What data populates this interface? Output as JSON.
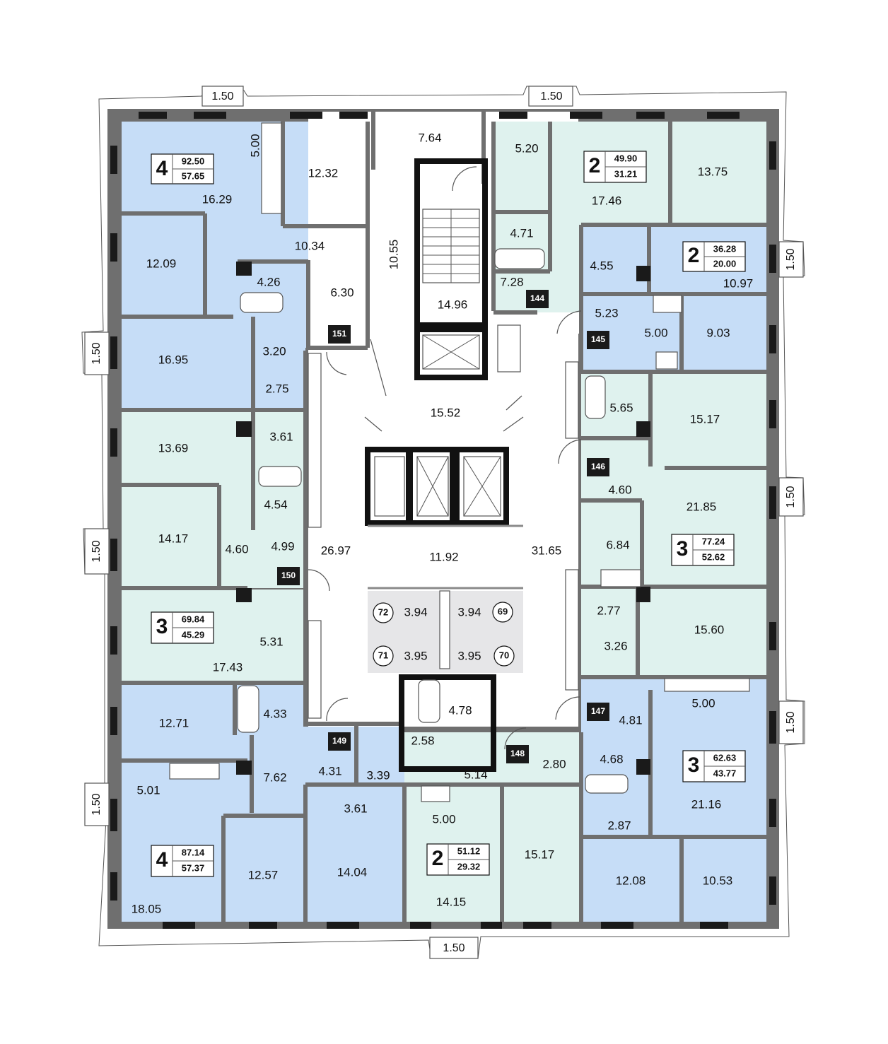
{
  "plan": {
    "colors": {
      "blue": "#c6ddf7",
      "green": "#dff2ee",
      "grey": "#e6e6e8",
      "wall": "#6f6f6f"
    },
    "balcony_label": "1.50",
    "apartments": [
      {
        "id": "a4_top",
        "rooms": "4",
        "total": "92.50",
        "living": "57.65"
      },
      {
        "id": "a2_top",
        "rooms": "2",
        "total": "49.90",
        "living": "31.21"
      },
      {
        "id": "a2_right",
        "rooms": "2",
        "total": "36.28",
        "living": "20.00"
      },
      {
        "id": "a3_right",
        "rooms": "3",
        "total": "77.24",
        "living": "52.62"
      },
      {
        "id": "a3_left",
        "rooms": "3",
        "total": "69.84",
        "living": "45.29"
      },
      {
        "id": "a3_br",
        "rooms": "3",
        "total": "62.63",
        "living": "43.77"
      },
      {
        "id": "a4_bot",
        "rooms": "4",
        "total": "87.14",
        "living": "57.37"
      },
      {
        "id": "a2_bot",
        "rooms": "2",
        "total": "51.12",
        "living": "29.32"
      }
    ],
    "hall_numbers": [
      "144",
      "145",
      "146",
      "147",
      "148",
      "149",
      "150",
      "151"
    ],
    "storage": [
      {
        "num": "72",
        "area": "3.94"
      },
      {
        "num": "69",
        "area": "3.94"
      },
      {
        "num": "71",
        "area": "3.95"
      },
      {
        "num": "70",
        "area": "3.95"
      }
    ],
    "areas": [
      "7.64",
      "5.00",
      "12.32",
      "16.29",
      "12.09",
      "10.34",
      "4.26",
      "6.30",
      "16.95",
      "3.20",
      "2.75",
      "13.69",
      "3.61",
      "4.54",
      "14.17",
      "4.60",
      "4.99",
      "5.31",
      "17.43",
      "12.71",
      "4.33",
      "7.62",
      "5.01",
      "12.57",
      "18.05",
      "4.31",
      "3.39",
      "3.61",
      "14.04",
      "2.58",
      "4.78",
      "5.14",
      "2.80",
      "5.00",
      "14.15",
      "15.17",
      "10.55",
      "14.96",
      "15.52",
      "11.92",
      "26.97",
      "31.65",
      "5.20",
      "17.46",
      "13.75",
      "4.71",
      "7.28",
      "4.55",
      "10.97",
      "5.23",
      "5.00",
      "9.03",
      "5.65",
      "15.17",
      "4.60",
      "21.85",
      "6.84",
      "2.77",
      "15.60",
      "3.26",
      "5.00",
      "4.81",
      "4.68",
      "21.16",
      "2.87",
      "12.08",
      "10.53"
    ]
  }
}
